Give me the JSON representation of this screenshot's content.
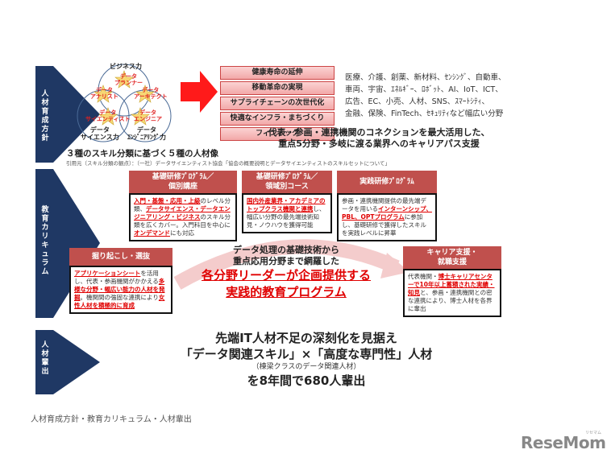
{
  "sections": {
    "policy": "人材育成方針",
    "curriculum": "教育カリキュラム",
    "output": "人材輩出"
  },
  "venn": {
    "circles": [
      "ビジネス力",
      "データサイエンス力",
      "データエンジニアリング力"
    ],
    "circle_labels": {
      "business": "ビジネス力",
      "science_1": "データ",
      "science_2": "サイエンス力",
      "engineering_1": "データ",
      "engineering_2": "ｴﾝｼﾞﾆｱﾘﾝｸﾞ力"
    },
    "stars": [
      {
        "line1": "データ",
        "line2": "プランナー"
      },
      {
        "line1": "データ",
        "line2": "アナリスト"
      },
      {
        "line1": "データ",
        "line2": "アーキテクト"
      },
      {
        "line1": "データ",
        "line2": "サイエンティスト"
      },
      {
        "line1": "データ",
        "line2": "エンジニア"
      }
    ],
    "caption": "３種のスキル分類に基づく５種の人材像",
    "citation": "引用元（スキル分類の観点）：（一社）データサイエンティスト協会「協会の概要説明とデータサイエンティストのスキルセットについて」"
  },
  "focus_areas": [
    "健康寿命の延伸",
    "移動革命の実現",
    "サプライチェーンの次世代化",
    "快適なインフラ・まちづくり",
    "フィンテック"
  ],
  "fields": [
    "医療、介護、創薬、新材料、ｾﾝｼﾝｸﾞ、自動車、",
    "車両、宇宙、ｴﾈﾙｷﾞｰ、ﾛﾎﾞｯﾄ、AI、IoT、ICT、",
    "広告、EC、小売、人材、SNS、ｽﾏｰﾄｼﾃｨ、",
    "金融、保険、FinTech、ｾｷｭﾘﾃｨなど幅広い分野"
  ],
  "career_support": {
    "line1": "代表・参画・連携機関のコネクションを最大活用した、",
    "line2": "重点5分野・多岐に渡る業界へのキャリアパス支援"
  },
  "programs": {
    "basic_individual": {
      "title1": "基礎研修ﾌﾟﾛｸﾞﾗﾑ／",
      "title2": "個別講座",
      "hl1": "入門・基盤・応用・上級",
      "t1": "のレベル分類、",
      "hl2": "データサイエンス・データエンジニアリング・ビジネス",
      "t2": "のスキル分類を広くカバー。入門科目を中心に",
      "hl3": "オンデマンド",
      "t3": "にも対応"
    },
    "basic_domain": {
      "title1": "基礎研修ﾌﾟﾛｸﾞﾗﾑ／",
      "title2": "領域別コース",
      "hl1": "国内外産業界・アカデミアのトップクラス機関と連携",
      "t1": "し、幅広い分野の最先端技術知見・ノウハウを獲得可能"
    },
    "practical": {
      "title": "実践研修ﾌﾟﾛｸﾞﾗﾑ",
      "t1": "参画・連携機関提供の最先端データを用いる",
      "hl1": "インターンシップ、PBL、OPTプログラム",
      "t2": "に参加し、基礎研修で獲得したスキルを実践レベルに昇華"
    },
    "recruit": {
      "title": "掘り起こし・選抜",
      "hl1": "アプリケーションシート",
      "t1": "を活用し、代表・参画機関がかかえる",
      "hl2": "多様な分野・幅広い能力の人材を発掘",
      "t2": "。機関間の強固な連携により",
      "hl3": "女性人材を積極的に育成"
    },
    "career": {
      "title1": "キャリア支援・",
      "title2": "就職支援",
      "t1": "代表機関・",
      "hl1": "博士キャリアセンターで10年以上蓄積された実績・知見",
      "t2": "と、参画・連携機関との密な連携により、博士人材を各界に輩出"
    }
  },
  "center_message": {
    "line1": "データ処理の基礎技術から",
    "line2": "重点応用分野まで網羅した",
    "line3": "各分野リーダーが企画提供する",
    "line4": "実践的教育プログラム"
  },
  "result": {
    "line1": "先端IT人材不足の深刻化を見据え",
    "line2": "「データ関連スキル」×「高度な専門性」人材",
    "line3": "（棟梁クラスのデータ関連人材）",
    "line4": "を8年間で680人輩出"
  },
  "caption": "人材育成方針・教育カリキュラム・人材輩出",
  "logo": {
    "text": "ReseMom",
    "sub": "リセマム"
  },
  "colors": {
    "navy": "#1f3864",
    "red": "#e00000",
    "header_red": "#c0504d",
    "pink": "#f2a8a8"
  }
}
